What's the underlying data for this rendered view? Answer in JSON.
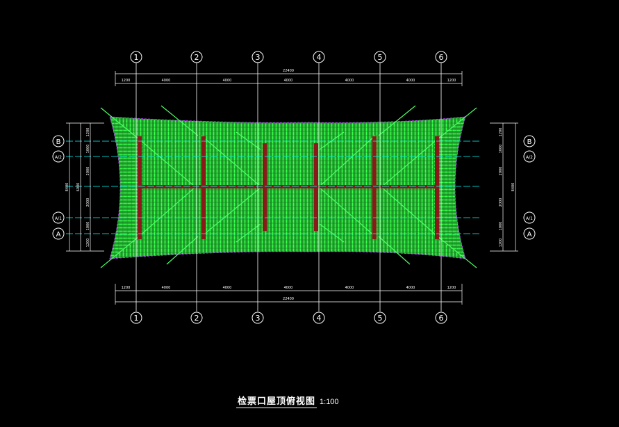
{
  "drawing": {
    "title": "检票口屋顶俯视图",
    "scale": "1:100",
    "colors": {
      "background": "#000000",
      "roof_fill": "#1f9a2a",
      "roof_tile": "#39ff4d",
      "outline": "#c040ff",
      "axis": "#ffffff",
      "grid_cyan": "#00ffff",
      "ridge": "#8a1a1a",
      "hip": "#4dff66"
    },
    "grid_x": [
      "1",
      "2",
      "3",
      "4",
      "5",
      "6"
    ],
    "grid_y": [
      "B",
      "A/2",
      "A/1",
      "A"
    ],
    "dim_top": {
      "total": "22400",
      "segments": [
        "1200",
        "4000",
        "4000",
        "4000",
        "4000",
        "4000",
        "1200"
      ]
    },
    "dim_bottom": {
      "total": "22400",
      "segments": [
        "1200",
        "4000",
        "4000",
        "4000",
        "4000",
        "4000",
        "1200"
      ]
    },
    "dim_left": {
      "totals": [
        "8400",
        "6000"
      ],
      "segments": [
        "1200",
        "1000",
        "2000",
        "2000",
        "1000",
        "1200"
      ]
    },
    "dim_right": {
      "total": "8400",
      "segments": [
        "1200",
        "1000",
        "2000",
        "2000",
        "1000",
        "1200"
      ]
    }
  }
}
